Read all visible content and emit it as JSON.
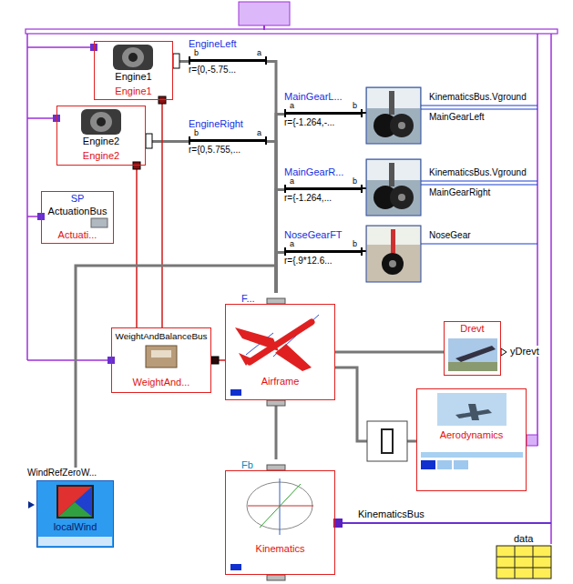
{
  "diagram": {
    "nodes": [
      {
        "text": [
          "Engine1",
          "Engine1"
        ]
      },
      {
        "text": [
          "EngineLeft",
          "b",
          "a",
          "r={0,-5.75..."
        ]
      },
      {
        "text": [
          "Engine2",
          "Engine2"
        ]
      },
      {
        "text": [
          "EngineRight",
          "b",
          "a",
          "r={0,5.755,..."
        ]
      },
      {
        "text": [
          "MainGearL...",
          "a",
          "b",
          "r={-1.264,-..."
        ]
      },
      {
        "text": [
          "MainGearR...",
          "a",
          "b",
          "r={-1.264,..."
        ]
      },
      {
        "text": [
          "NoseGearFT",
          "a",
          "b",
          "r={.9*12.6..."
        ]
      },
      {
        "text": [
          "SP",
          "ActuationBus",
          "Actuati..."
        ]
      },
      {
        "text": [
          "WeightAndBalanceBus",
          "WeightAnd..."
        ]
      },
      {
        "text": [
          "F...",
          "Airframe"
        ]
      },
      {
        "text": [
          "Drevt"
        ]
      },
      {
        "text": [
          "Aerodynamics"
        ]
      },
      {
        "text": [
          "WindRefZeroW...",
          "localWind"
        ]
      },
      {
        "text": [
          "Fb",
          "Kinematics"
        ]
      }
    ],
    "edges": [
      {
        "from": 0,
        "to": 1,
        "arrow": "none"
      },
      {
        "from": 2,
        "to": 3,
        "arrow": "none"
      },
      {
        "from": 1,
        "to": 9,
        "arrow": "none"
      },
      {
        "from": 3,
        "to": 9,
        "arrow": "none"
      },
      {
        "from": 4,
        "to": 9,
        "arrow": "none"
      },
      {
        "from": 5,
        "to": 9,
        "arrow": "none"
      },
      {
        "from": 6,
        "to": 9,
        "arrow": "none"
      },
      {
        "from": 8,
        "to": 9,
        "arrow": "none"
      },
      {
        "from": 0,
        "to": 8,
        "arrow": "none"
      },
      {
        "from": 2,
        "to": 8,
        "arrow": "none"
      },
      {
        "from": 9,
        "to": 13,
        "arrow": "none"
      },
      {
        "from": 9,
        "to": 10,
        "arrow": "none"
      },
      {
        "from": 9,
        "to": 11,
        "arrow": "none"
      },
      {
        "from": 12,
        "to": 9,
        "arrow": "none"
      }
    ],
    "labels": [
      "KinematicsBus.Vground",
      "MainGearLeft",
      "KinematicsBus.Vground",
      "MainGearRight",
      "NoseGear",
      "yDrevt",
      "KinematicsBus",
      "data"
    ]
  }
}
